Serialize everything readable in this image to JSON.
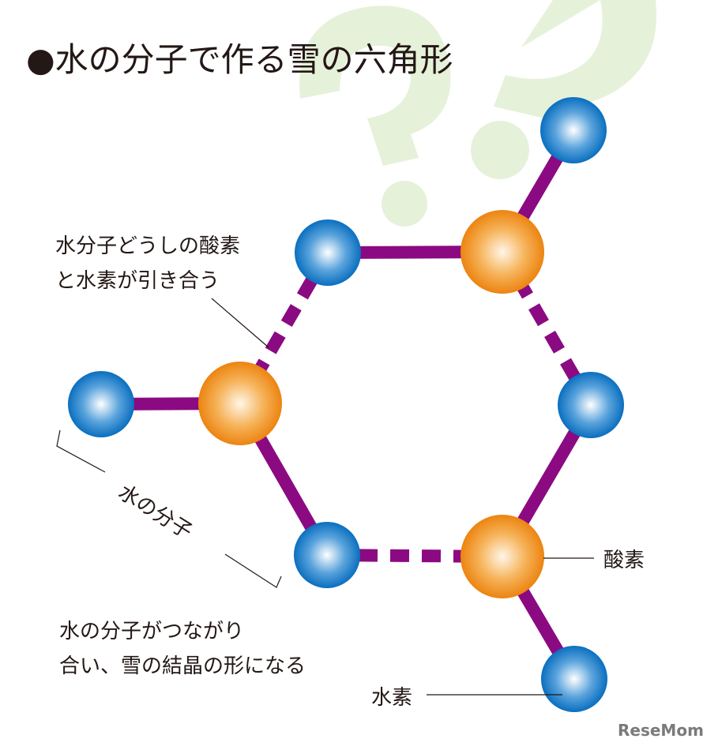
{
  "title": "●水の分子で作る雪の六角形",
  "labels": {
    "attraction_line1": "水分子どうしの酸素",
    "attraction_line2": "と水素が引き合う",
    "molecule": "水の分子",
    "crystal_line1": "水の分子がつながり",
    "crystal_line2": "合い、雪の結晶の形になる",
    "oxygen": "酸素",
    "hydrogen": "水素"
  },
  "logo": "ReseMom",
  "colors": {
    "bond": "#8b0a82",
    "hydrogen": "#0a74c4",
    "oxygen": "#ee8a12",
    "background_mark": "#e6f1da",
    "text": "#231815"
  },
  "icons": [
    "question-mark-icon",
    "question-mark-icon"
  ]
}
